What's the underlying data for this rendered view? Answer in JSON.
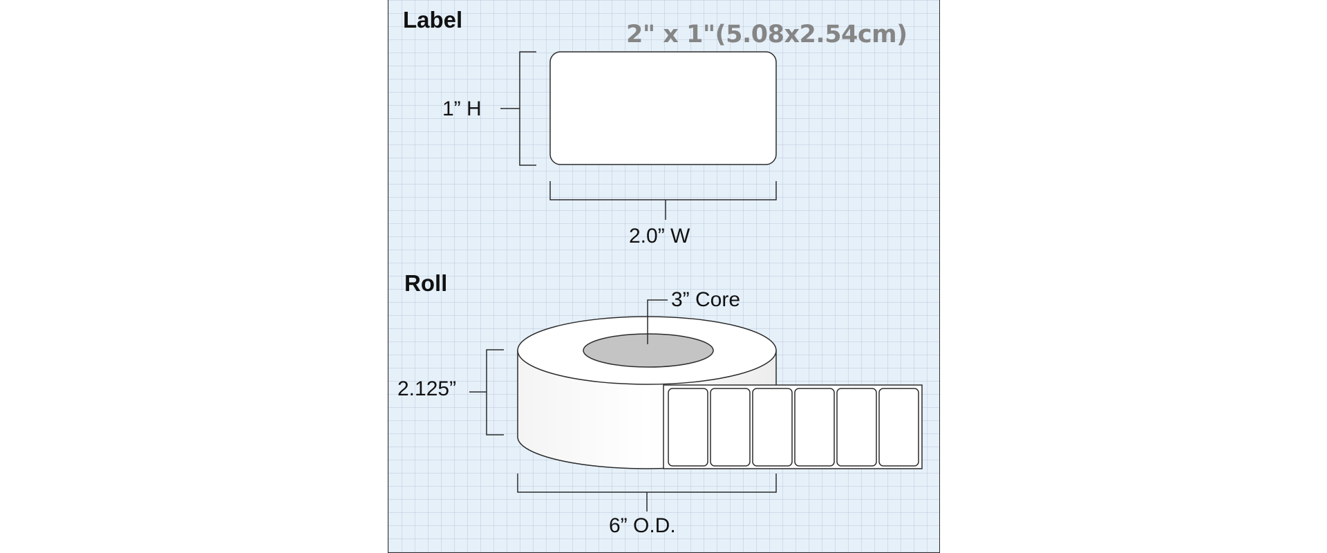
{
  "label_section": {
    "heading": "Label",
    "size_caption": "2\" x 1\"(5.08x2.54cm)",
    "height_label": "1” H",
    "width_label": "2.0” W"
  },
  "roll_section": {
    "heading": "Roll",
    "core_label": "3” Core",
    "width_label": "2.125”",
    "outer_diameter_label": "6” O.D."
  },
  "colors": {
    "panel_background": "#e6f0f9",
    "grid_line": "#a0b4c8",
    "outline": "#2a2a2a",
    "label_fill": "#ffffff",
    "core_fill": "#c4c4c4",
    "caption_text": "#858585"
  },
  "icons": {
    "label": "rounded-rectangle-label-icon",
    "roll": "label-roll-icon"
  }
}
